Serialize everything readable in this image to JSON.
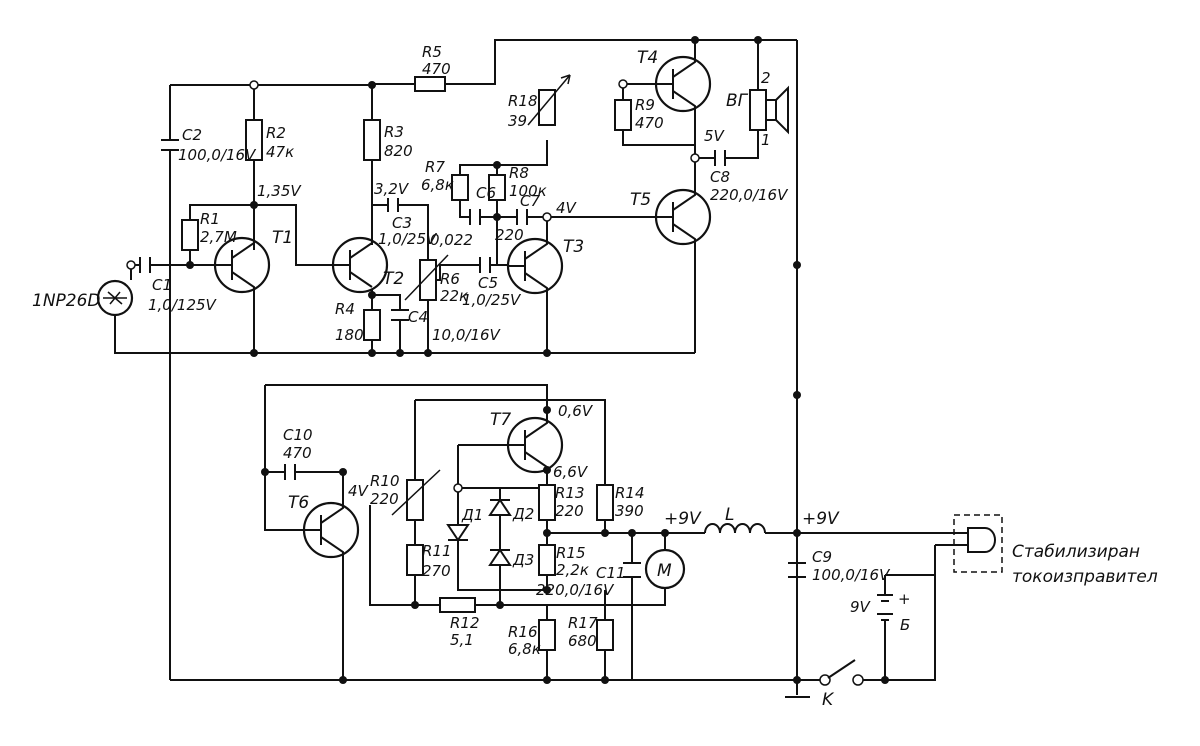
{
  "components": {
    "R1": {
      "name": "R1",
      "value": "2,7M"
    },
    "R2": {
      "name": "R2",
      "value": "47к"
    },
    "R3": {
      "name": "R3",
      "value": "820"
    },
    "R4": {
      "name": "R4",
      "value": "180"
    },
    "R5": {
      "name": "R5",
      "value": "470"
    },
    "R6": {
      "name": "R6",
      "value": "22к"
    },
    "R7": {
      "name": "R7",
      "value": "6,8к"
    },
    "R8": {
      "name": "R8",
      "value": "100к"
    },
    "R9": {
      "name": "R9",
      "value": "470"
    },
    "R10": {
      "name": "R10",
      "value": "220"
    },
    "R11": {
      "name": "R11",
      "value": "270"
    },
    "R12": {
      "name": "R12",
      "value": "5,1"
    },
    "R13": {
      "name": "R13",
      "value": "220"
    },
    "R14": {
      "name": "R14",
      "value": "390"
    },
    "R15": {
      "name": "R15",
      "value": "2,2к"
    },
    "R16": {
      "name": "R16",
      "value": "6,8к"
    },
    "R17": {
      "name": "R17",
      "value": "680"
    },
    "R18": {
      "name": "R18",
      "value": "39"
    },
    "C1": {
      "name": "C1",
      "value": "1,0/125V"
    },
    "C2": {
      "name": "C2",
      "value": "100,0/16V"
    },
    "C3": {
      "name": "C3",
      "value": "1,0/25V"
    },
    "C4": {
      "name": "C4",
      "value": "10,0/16V"
    },
    "C5": {
      "name": "C5",
      "value": "1,0/25V"
    },
    "C6": {
      "name": "C6",
      "value": "0,022"
    },
    "C7": {
      "name": "C7",
      "value": "220"
    },
    "C8": {
      "name": "C8",
      "value": "220,0/16V"
    },
    "C9": {
      "name": "C9",
      "value": "100,0/16V"
    },
    "C10": {
      "name": "C10",
      "value": "470"
    },
    "C11": {
      "name": "C11",
      "value": "220,0/16V"
    },
    "T1": "T1",
    "T2": "T2",
    "T3": "T3",
    "T4": "T4",
    "T5": "T5",
    "T6": "T6",
    "T7": "T7",
    "D1": "Д1",
    "D2": "Д2",
    "D3": "Д3",
    "speaker": "BГ",
    "speaker_pin2": "2",
    "speaker_pin1": "1",
    "inductor": "L",
    "motor": "M",
    "switch": "K",
    "battery": "Б",
    "battery_voltage": "9V",
    "battery_plus": "+",
    "input_device": "1NP26D"
  },
  "voltages": {
    "t1_collector": "1,35V",
    "t2_collector": "3,2V",
    "t3_collector": "4V",
    "t4_out": "5V",
    "t7_base": "0,6V",
    "t7_emitter": "6,6V",
    "t6_collector": "4V",
    "supply_left": "+9V",
    "supply_right": "+9V"
  },
  "regulator_label_line1": "Стабилизиран",
  "regulator_label_line2": "токоизправител"
}
